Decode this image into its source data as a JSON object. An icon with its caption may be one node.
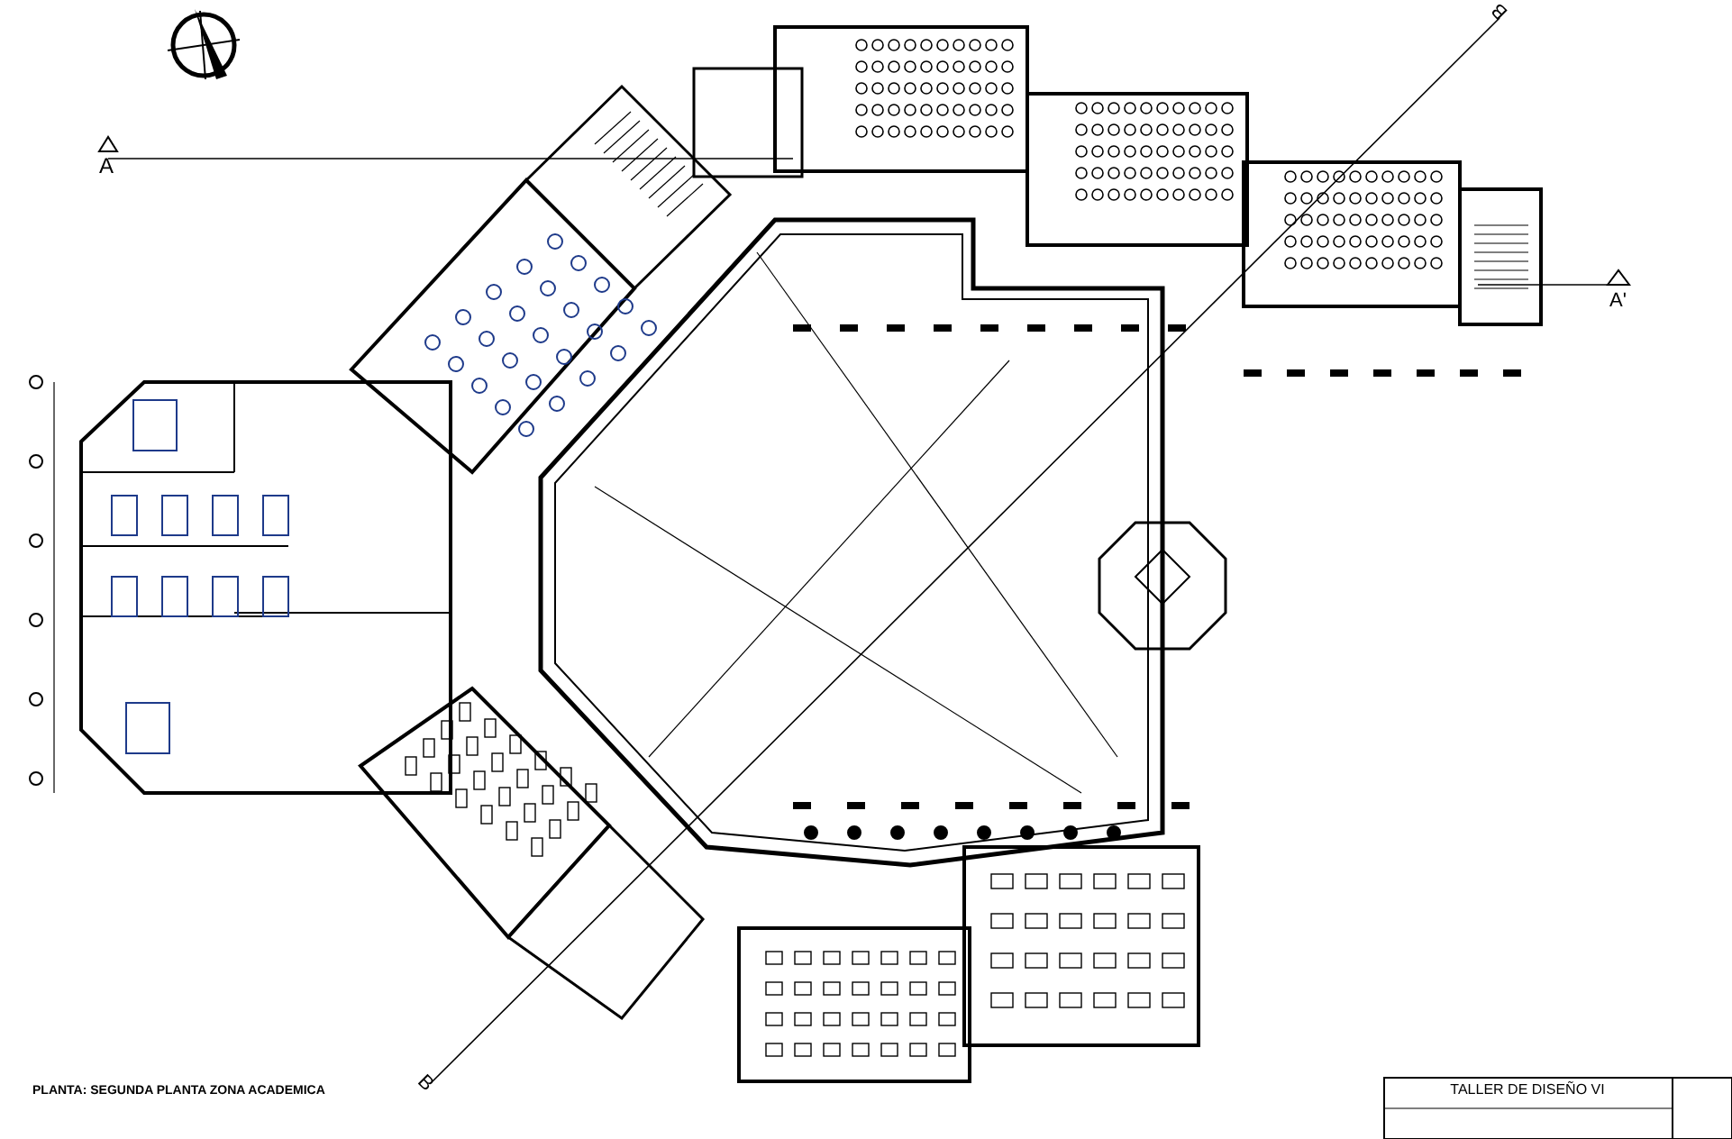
{
  "diagram": {
    "title": "PLANTA: SEGUNDA PLANTA ZONA ACADEMICA",
    "labels": [
      "A",
      "B",
      "A'",
      "B",
      "TALLER DE DISEÑO VI"
    ]
  }
}
